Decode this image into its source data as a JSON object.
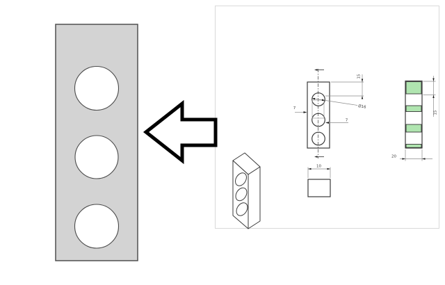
{
  "scene": {
    "description": "CAD exercise: photo of gray 3-hole plate, block arrow pointing left, engineering drawing sheet with isometric, front, top and side views",
    "hole_count": 3
  },
  "front_view": {
    "offset_left": "7",
    "offset_right": "7",
    "top_height": "15",
    "diameter": "Ø16"
  },
  "top_view": {
    "width": "10"
  },
  "side_view": {
    "band_height": "15",
    "depth": "20"
  },
  "icons": {
    "arrow": "left-block-arrow"
  },
  "colors": {
    "plate_gray": "#d3d3d3",
    "hole_white": "#ffffff",
    "highlight_green": "#b0e5b0",
    "line_dark": "#3a3a3a",
    "dim_gray": "#8a8a8a",
    "sheet_border": "#d9d9d9",
    "arrow_black": "#000000"
  }
}
